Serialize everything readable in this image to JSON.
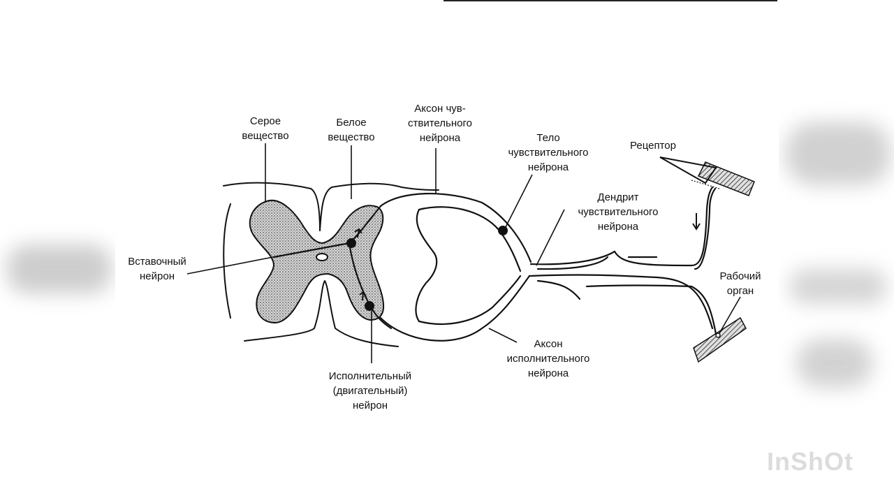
{
  "labels": {
    "gray_matter": [
      "Серое",
      "вещество"
    ],
    "white_matter": [
      "Белое",
      "вещество"
    ],
    "sensory_axon": [
      "Аксон чув-",
      "ствительного",
      "нейрона"
    ],
    "sensory_body": [
      "Тело",
      "чувствительного",
      "нейрона"
    ],
    "receptor": [
      "Рецептор"
    ],
    "sensory_dendrite": [
      "Дендрит",
      "чувствительного",
      "нейрона"
    ],
    "interneuron": [
      "Вставочный",
      "нейрон"
    ],
    "effector": [
      "Рабочий",
      "орган"
    ],
    "motor_axon": [
      "Аксон",
      "исполнительного",
      "нейрона"
    ],
    "motor_neuron": [
      "Исполнительный",
      "(двигательный)",
      "нейрон"
    ]
  },
  "watermark": "InShOt",
  "colors": {
    "ink": "#111111",
    "gray_matter_fill": "#c9c9c9",
    "background": "#ffffff",
    "side_blur": "#b5b5b5"
  }
}
